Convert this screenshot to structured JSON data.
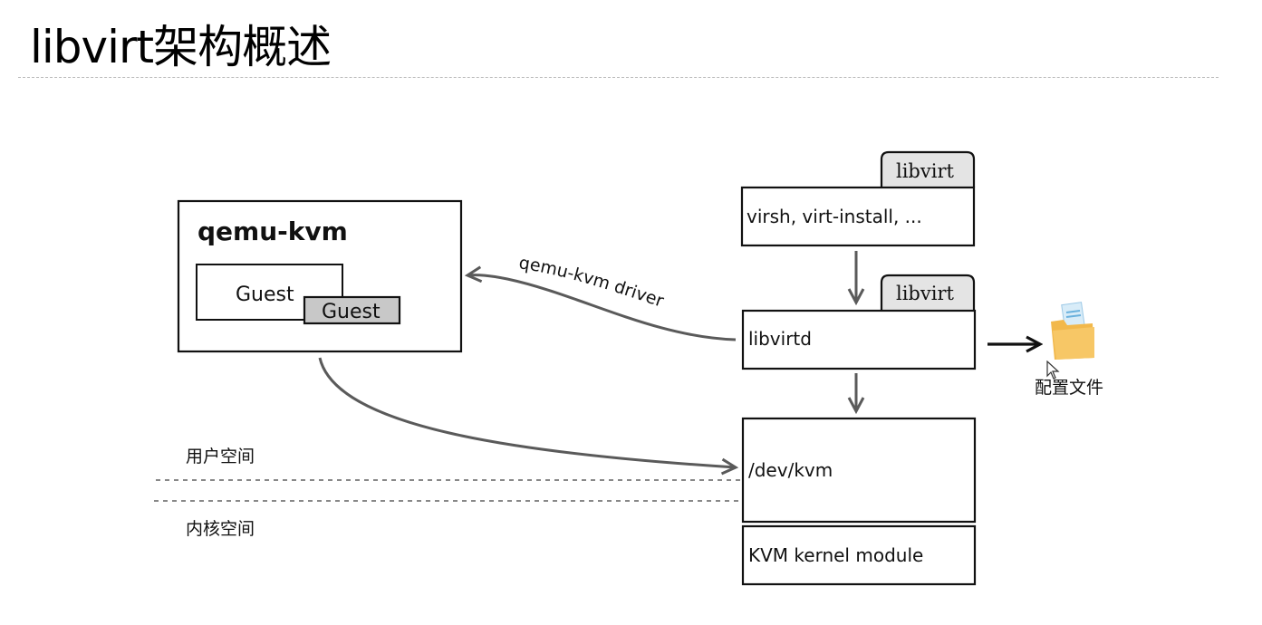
{
  "slide": {
    "title": "libvirt架构概述"
  },
  "diagram": {
    "qemu_box": {
      "title": "qemu-kvm",
      "guest_back": "Guest",
      "guest_front": "Guest"
    },
    "client_box": {
      "tab": "libvirt",
      "label": "virsh, virt-install, ..."
    },
    "daemon_box": {
      "tab": "libvirt",
      "label": "libvirtd"
    },
    "dev_box": {
      "label": "/dev/kvm"
    },
    "kernel_box": {
      "label": "KVM kernel module"
    },
    "driver_arrow_label": "qemu-kvm driver",
    "config_file_label": "配置文件",
    "user_space_label": "用户空间",
    "kernel_space_label": "内核空间"
  },
  "colors": {
    "stroke": "#111111",
    "arrow": "#5a5a5a",
    "tab_fill": "#e4e4e4",
    "guest_front_fill": "#c8c8c8",
    "folder": "#f2b84b"
  }
}
